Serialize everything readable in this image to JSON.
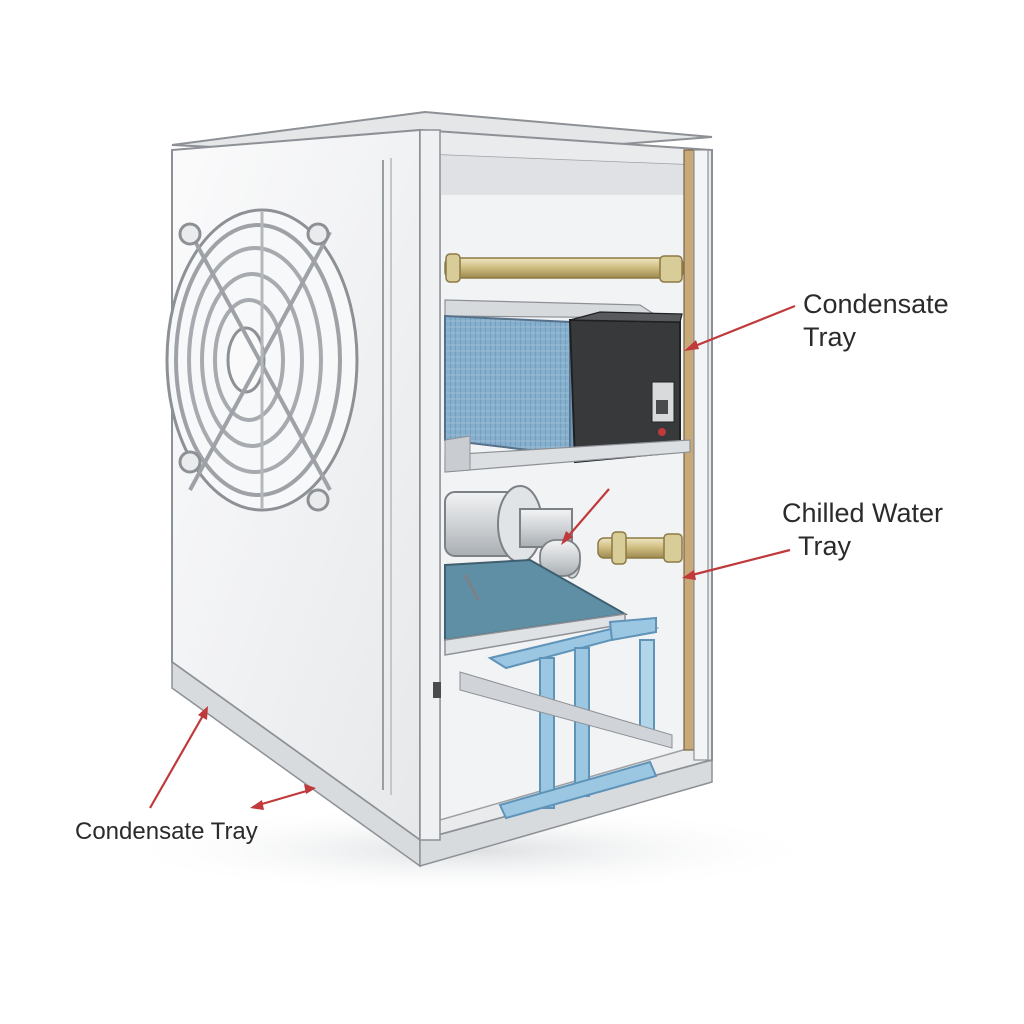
{
  "labels": {
    "top_right": {
      "line1": "Condensate",
      "line2": "Tray"
    },
    "middle_right": {
      "line1": "Chilled Water",
      "line2": "Tray"
    },
    "bottom_left": "Condensate Tray"
  },
  "colors": {
    "cabinet_face": "#f4f5f6",
    "cabinet_outline": "#8d9196",
    "cabinet_interior": "#eceef0",
    "coil_blue": "#7fa8c8",
    "control_box": "#3a3b3d",
    "tray_water": "#5f8fa5",
    "frame_blue": "#9cc7e3",
    "brass_pipe": "#c9b77a",
    "arrow_red": "#c0393b"
  }
}
